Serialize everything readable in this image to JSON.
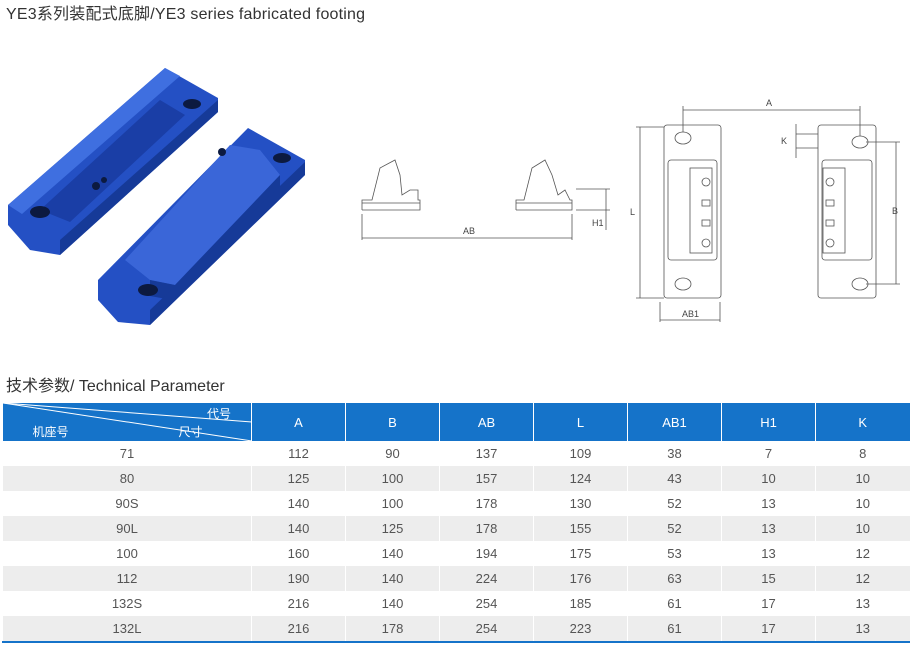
{
  "page": {
    "title": "YE3系列装配式底脚/YE3 series fabricated footing",
    "tech_title": "技术参数/ Technical Parameter"
  },
  "drawing": {
    "labels": {
      "A": "A",
      "AB": "AB",
      "H1": "H1",
      "L": "L",
      "AB1": "AB1",
      "K": "K",
      "B": "B"
    }
  },
  "table": {
    "corner": {
      "top": "代号",
      "middle": "尺寸",
      "bottom": "机座号"
    },
    "columns": [
      "A",
      "B",
      "AB",
      "L",
      "AB1",
      "H1",
      "K"
    ],
    "rows": [
      [
        "71",
        "112",
        "90",
        "137",
        "109",
        "38",
        "7",
        "8"
      ],
      [
        "80",
        "125",
        "100",
        "157",
        "124",
        "43",
        "10",
        "10"
      ],
      [
        "90S",
        "140",
        "100",
        "178",
        "130",
        "52",
        "13",
        "10"
      ],
      [
        "90L",
        "140",
        "125",
        "178",
        "155",
        "52",
        "13",
        "10"
      ],
      [
        "100",
        "160",
        "140",
        "194",
        "175",
        "53",
        "13",
        "12"
      ],
      [
        "112",
        "190",
        "140",
        "224",
        "176",
        "63",
        "15",
        "12"
      ],
      [
        "132S",
        "216",
        "140",
        "254",
        "185",
        "61",
        "17",
        "13"
      ],
      [
        "132L",
        "216",
        "178",
        "254",
        "223",
        "61",
        "17",
        "13"
      ]
    ]
  },
  "colors": {
    "header_bg": "#1573c9",
    "stripe_bg": "#ededed",
    "part_blue": "#1f4fbf"
  }
}
